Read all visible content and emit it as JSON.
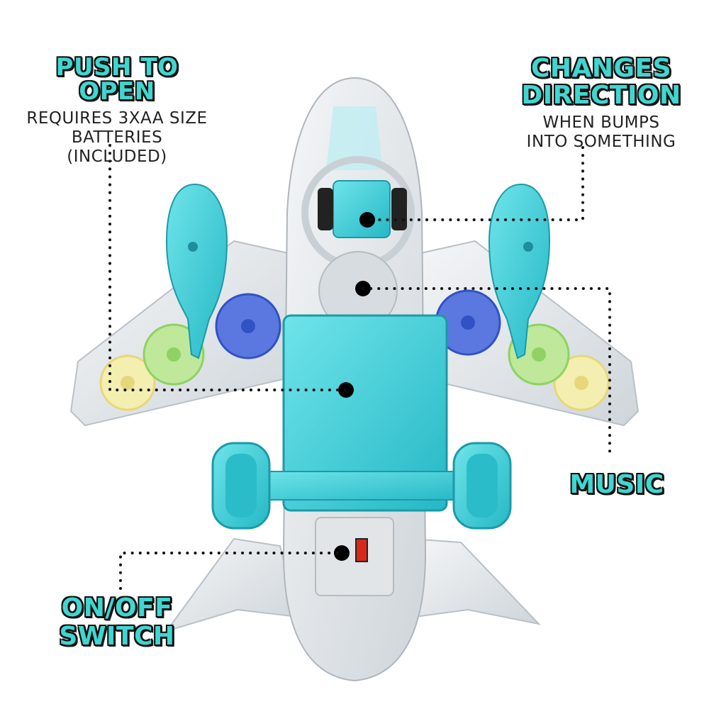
{
  "callouts": {
    "push_to_open": {
      "title": "PUSH TO OPEN",
      "lines": [
        "REQUIRES 3XAA SIZE",
        "BATTERIES",
        "(INCLUDED)"
      ]
    },
    "changes_direction": {
      "title_lines": [
        "CHANGES",
        "DIRECTION"
      ],
      "lines": [
        "WHEN BUMPS",
        "INTO SOMETHING"
      ]
    },
    "music": {
      "title": "MUSIC"
    },
    "on_off_switch": {
      "title_lines": [
        "ON/OFF",
        "SWITCH"
      ]
    }
  },
  "colors": {
    "accent_teal": "#3fd6d0",
    "toy_teal": "#35c9d3",
    "outline": "#111111"
  }
}
